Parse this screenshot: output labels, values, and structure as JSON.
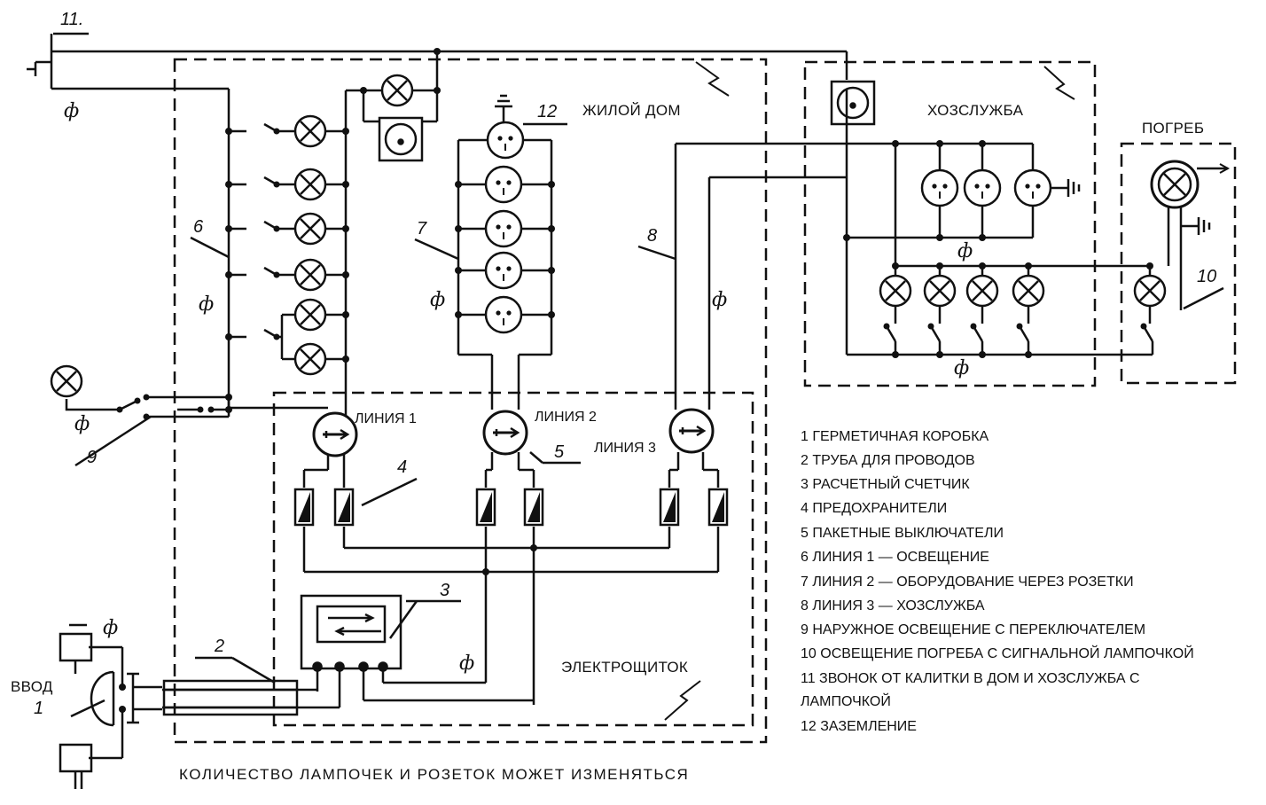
{
  "labels": {
    "house": "ЖИЛОЙ ДОМ",
    "utility": "ХОЗСЛУЖБА",
    "cellar": "ПОГРЕБ",
    "panel": "ЭЛЕКТРОЩИТОК",
    "input": "ВВОД",
    "line1": "ЛИНИЯ 1",
    "line2": "ЛИНИЯ 2",
    "line3": "ЛИНИЯ 3",
    "phase": "ф"
  },
  "numbers": [
    "1",
    "2",
    "3",
    "4",
    "5",
    "6",
    "7",
    "8",
    "9",
    "10",
    "11.",
    "12"
  ],
  "legend": [
    "1 ГЕРМЕТИЧНАЯ КОРОБКА",
    "2 ТРУБА ДЛЯ ПРОВОДОВ",
    "3 РАСЧЕТНЫЙ СЧЕТЧИК",
    "4 ПРЕДОХРАНИТЕЛИ",
    "5 ПАКЕТНЫЕ ВЫКЛЮЧАТЕЛИ",
    "6 ЛИНИЯ 1 — ОСВЕЩЕНИЕ",
    "7 ЛИНИЯ 2 — ОБОРУДОВАНИЕ ЧЕРЕЗ РОЗЕТКИ",
    "8 ЛИНИЯ 3 — ХОЗСЛУЖБА",
    "9 НАРУЖНОЕ ОСВЕЩЕНИЕ С ПЕРЕКЛЮЧАТЕЛЕМ",
    "10 ОСВЕЩЕНИЕ ПОГРЕБА С СИГНАЛЬНОЙ ЛАМПОЧКОЙ",
    "11 ЗВОНОК ОТ КАЛИТКИ В ДОМ И ХОЗСЛУЖБА С",
    "ЛАМПОЧКОЙ",
    "12 ЗАЗЕМЛЕНИЕ"
  ],
  "footer": "КОЛИЧЕСТВО ЛАМПОЧЕК И РОЗЕТОК МОЖЕТ ИЗМЕНЯТЬСЯ",
  "colors": {
    "ink": "#111111",
    "paper": "#ffffff"
  }
}
